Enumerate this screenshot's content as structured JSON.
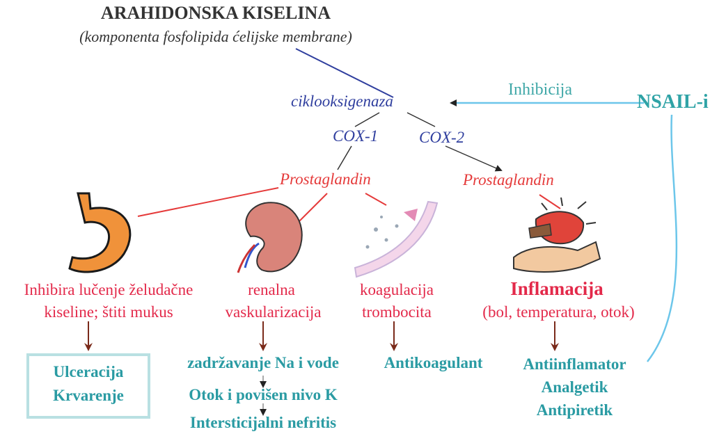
{
  "title": "ARAHIDONSKA KISELINA",
  "subtitle": "(komponenta fosfolipida ćelijske membrane)",
  "enzyme": "ciklooksigenaza",
  "inhibition_label": "Inhibicija",
  "inhibitor": "NSAIL-i",
  "cox1": "COX-1",
  "cox2": "COX-2",
  "prostaglandin_left": "Prostaglandin",
  "prostaglandin_right": "Prostaglandin",
  "effects": {
    "stomach": {
      "line1": "Inhibira lučenje želudačne",
      "line2": "kiseline; štiti mukus"
    },
    "kidney": {
      "line1": "renalna",
      "line2": "vaskularizacija"
    },
    "platelets": {
      "line1": "koagulacija",
      "line2": "trombocita"
    },
    "inflammation": {
      "title": "Inflamacija",
      "detail": "(bol, temperatura, otok)"
    }
  },
  "outcomes": {
    "stomach": [
      "Ulceracija",
      "Krvarenje"
    ],
    "kidney": [
      "zadržavanje Na i vode",
      "Otok i povišen nivo K",
      "Intersticijalni nefritis"
    ],
    "platelets": [
      "Antikoagulant"
    ],
    "inflammation": [
      "Antiinflamator",
      "Analgetik",
      "Antipiretik"
    ]
  },
  "colors": {
    "enzyme": "#2f3e9e",
    "inhibitor": "#2fa3a6",
    "prostaglandin": "#e53a3a",
    "effect": "#e3294a",
    "outcome": "#2a9ba3",
    "arrow_dark": "#7a2a1a"
  },
  "icons": [
    "stomach-icon",
    "kidney-icon",
    "blood-vessel-icon",
    "inflamed-hand-icon"
  ]
}
